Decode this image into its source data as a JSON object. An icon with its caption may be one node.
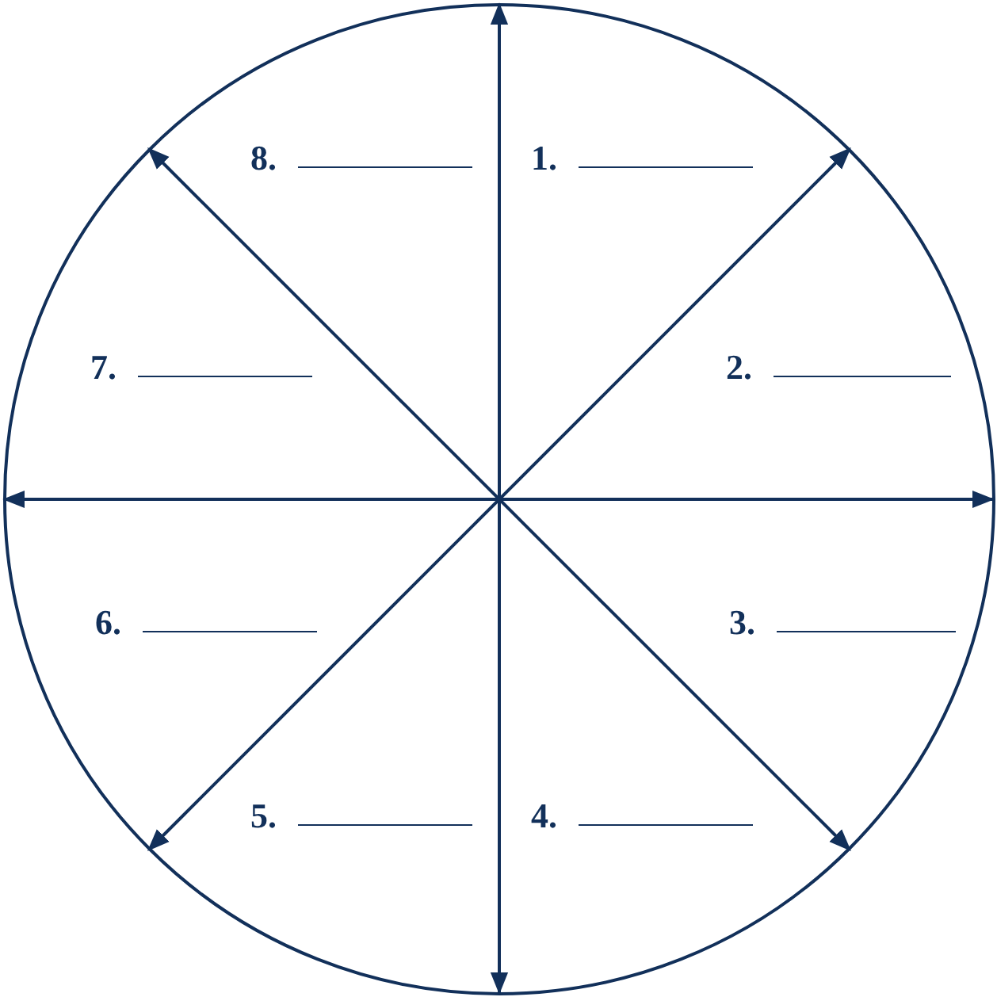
{
  "diagram": {
    "labels": [
      "1.",
      "2.",
      "3.",
      "4.",
      "5.",
      "6.",
      "7.",
      "8."
    ]
  }
}
